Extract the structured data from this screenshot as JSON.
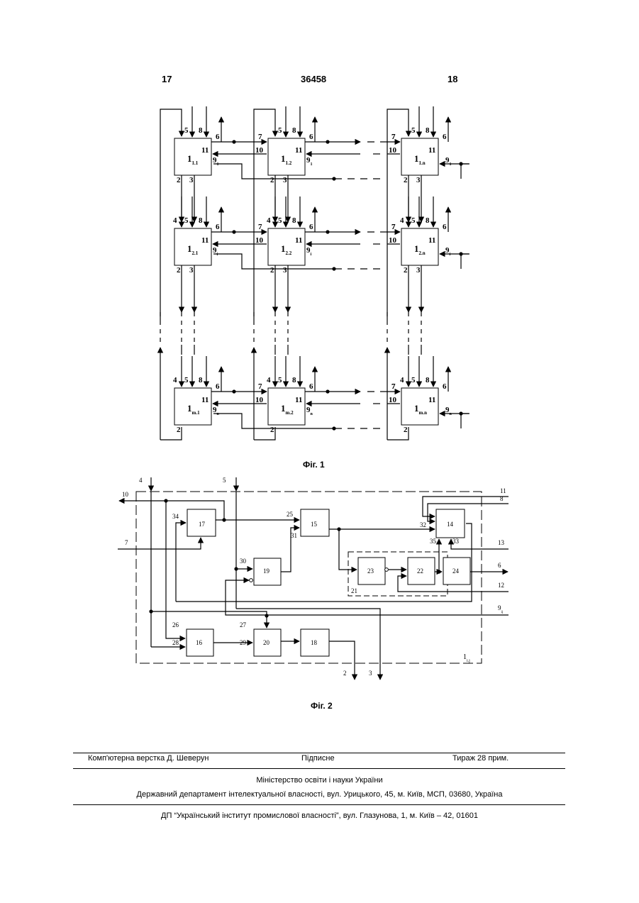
{
  "header": {
    "page_left": "17",
    "patent_number": "36458",
    "page_right": "18"
  },
  "fig1": {
    "caption": "Фіг. 1",
    "block_main": "1",
    "block_subs": [
      "1.1",
      "1.2",
      "1.n",
      "2.1",
      "2.2",
      "2.n",
      "m.1",
      "m.2",
      "m.n"
    ],
    "port_labels": [
      "2",
      "3",
      "4",
      "5",
      "6",
      "7",
      "8",
      "9",
      "10",
      "11"
    ],
    "port_subs": [
      "1",
      "i",
      "n"
    ]
  },
  "fig2": {
    "caption": "Фіг. 2",
    "block_numbers": [
      "14",
      "15",
      "16",
      "17",
      "18",
      "19",
      "20",
      "21",
      "22",
      "23",
      "24"
    ],
    "line_numbers": [
      "2",
      "3",
      "4",
      "5",
      "6",
      "7",
      "8",
      "9",
      "10",
      "11",
      "12",
      "13",
      "25",
      "26",
      "27",
      "28",
      "29",
      "30",
      "31",
      "32",
      "33",
      "34",
      "35"
    ],
    "frame_label_main": "1",
    "frame_label_sub": "i.j",
    "input_9_sub": "ij"
  },
  "footer": {
    "typesetting": "Комп'ютерна верстка Д. Шеверун",
    "signed": "Підписне",
    "circulation": "Тираж 28 прим.",
    "ministry": "Міністерство освіти і науки України",
    "department": "Державний департамент інтелектуальної власності, вул. Урицького, 45, м. Київ, МСП, 03680, Україна",
    "institute": "ДП “Український інститут промислової власності”, вул. Глазунова, 1, м. Київ – 42, 01601"
  }
}
